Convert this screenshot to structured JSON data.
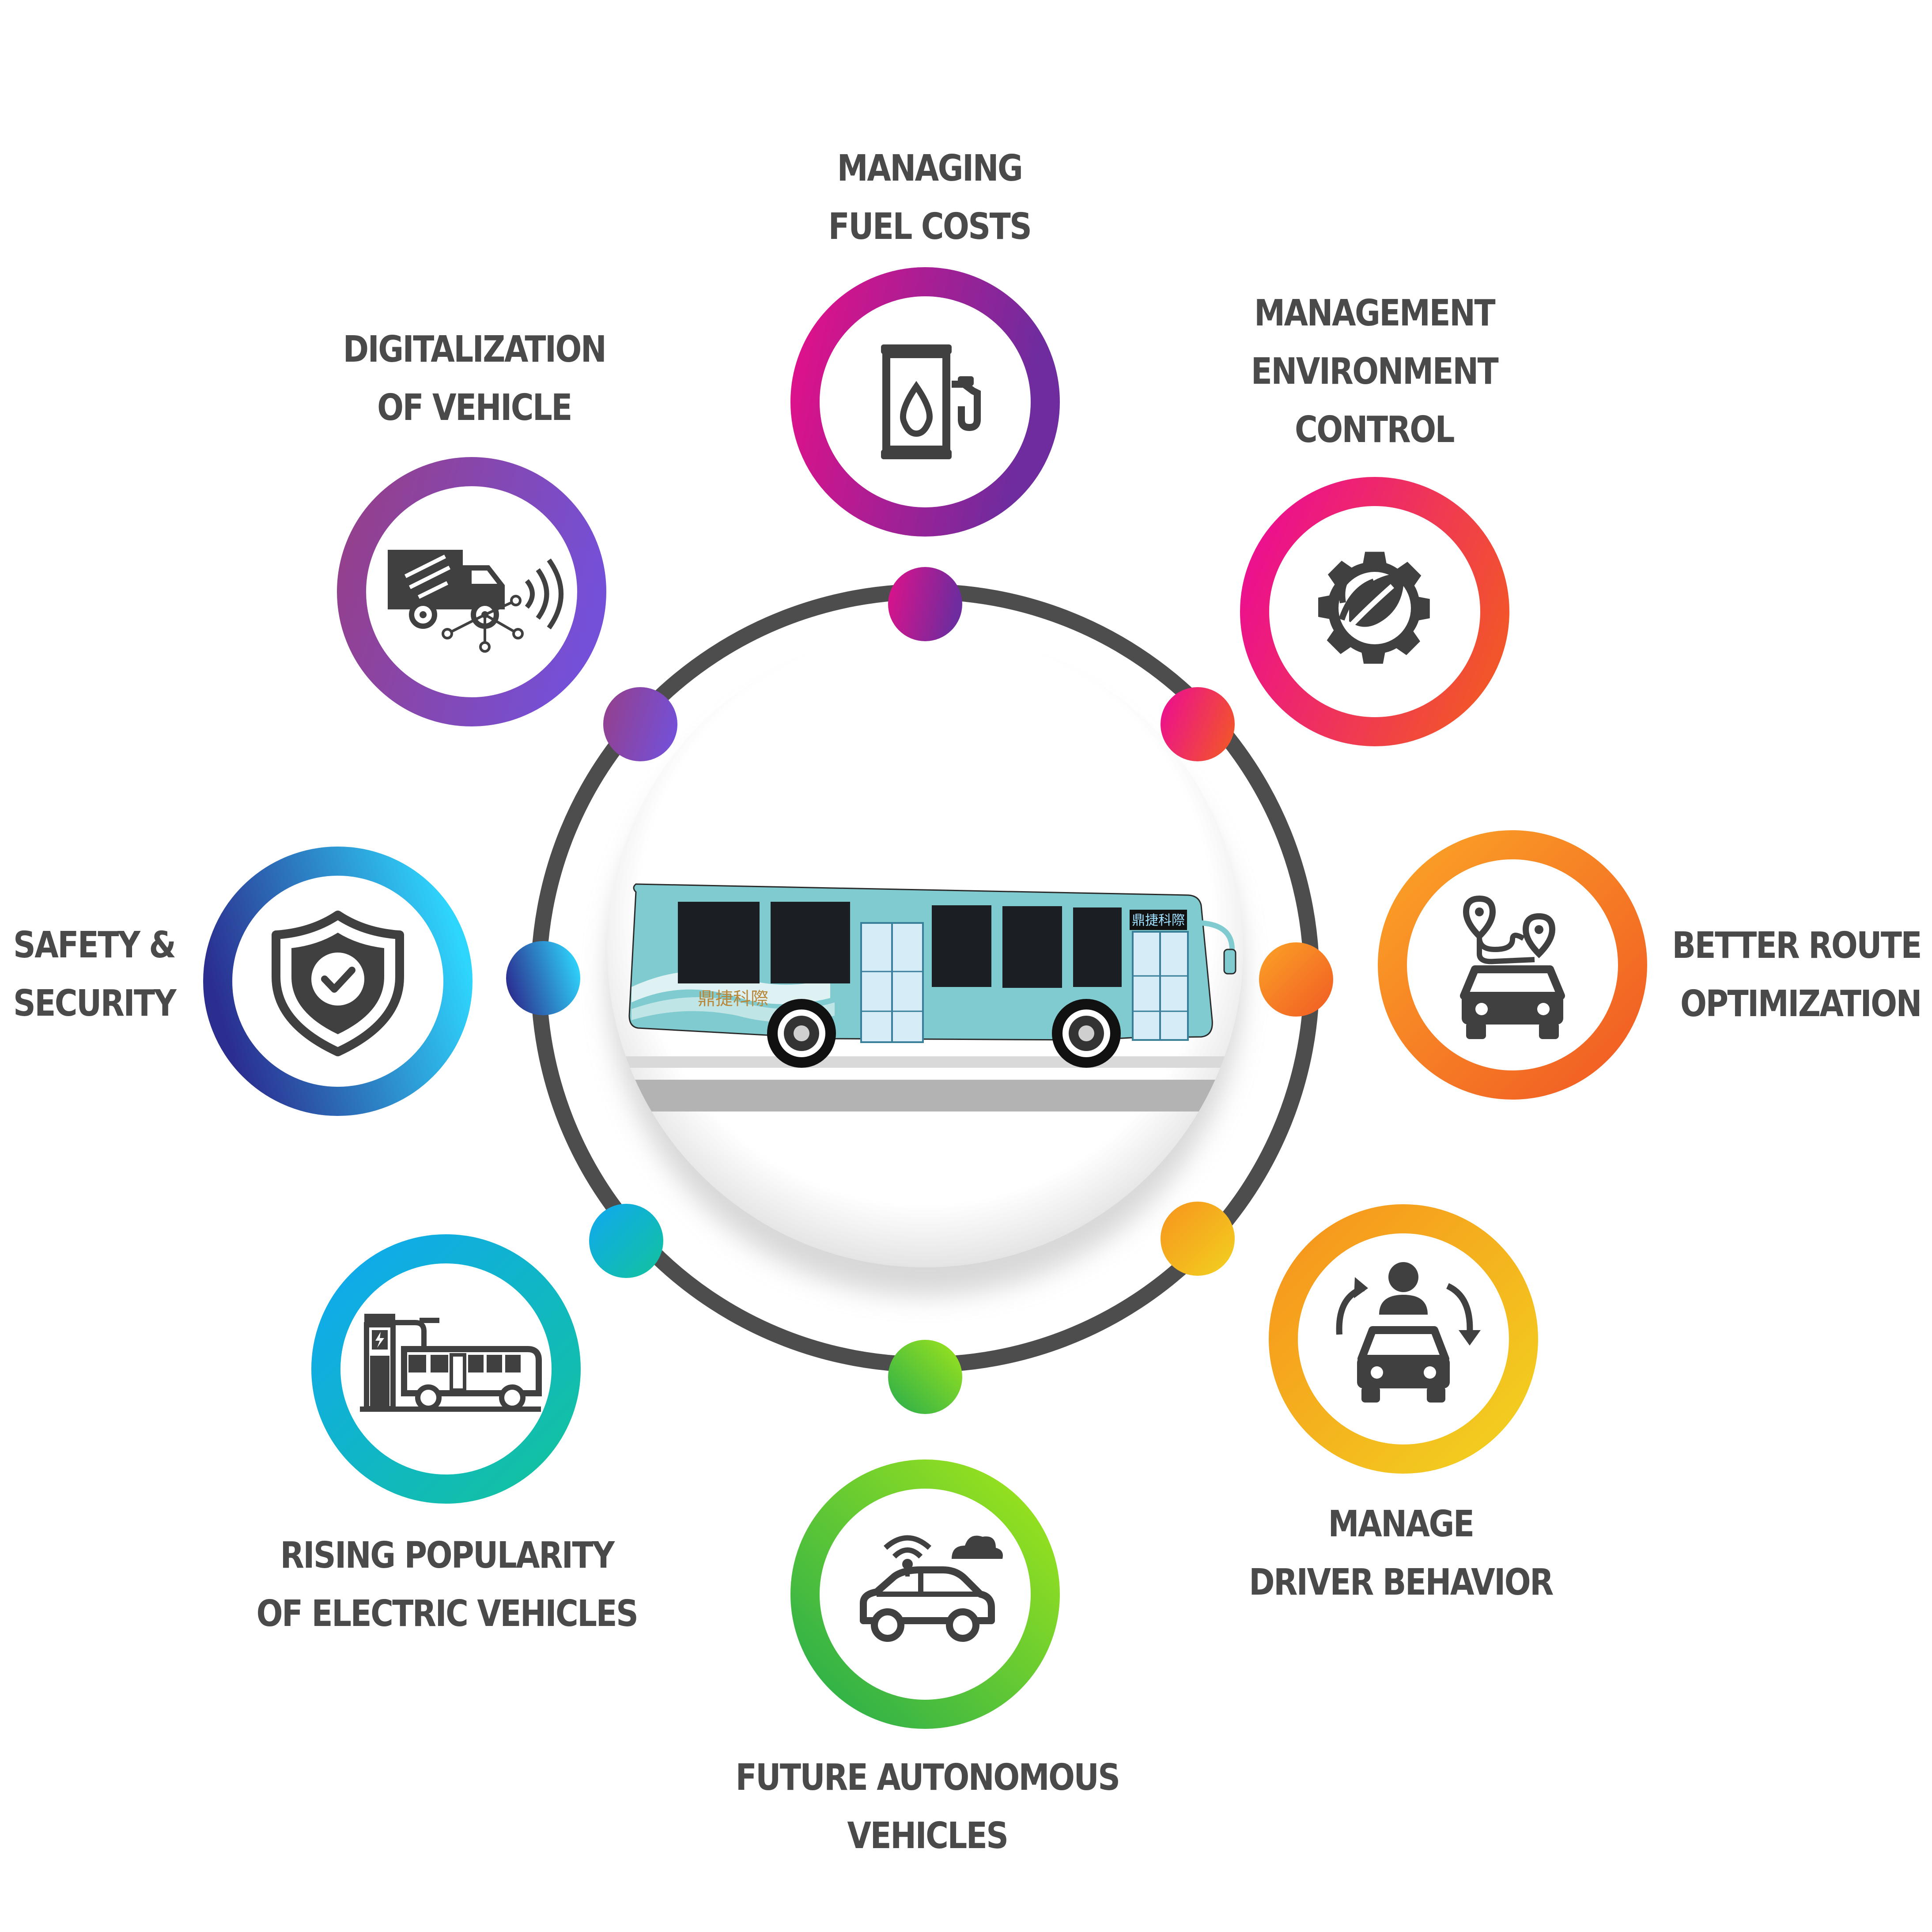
{
  "center": {
    "image": "city-bus-illustration",
    "bus_sign": "鼎捷科際",
    "bus_side_text": "鼎捷科際"
  },
  "items": [
    {
      "id": "fuel",
      "lines": [
        "MANAGING",
        "FUEL COSTS"
      ],
      "icon": "fuel-pump-icon",
      "colors": [
        "#d6128f",
        "#7b2b9e"
      ]
    },
    {
      "id": "environment",
      "lines": [
        "MANAGEMENT",
        "ENVIRONMENT",
        "CONTROL"
      ],
      "icon": "gear-leaf-icon",
      "colors": [
        "#ec118c",
        "#f2552a"
      ]
    },
    {
      "id": "route",
      "lines": [
        "BETTER ROUTE",
        "OPTIMIZATION"
      ],
      "icon": "route-car-icon",
      "colors": [
        "#fb9a23",
        "#f15a24"
      ]
    },
    {
      "id": "driver",
      "lines": [
        "MANAGE",
        "DRIVER BEHAVIOR"
      ],
      "icon": "driver-car-icon",
      "colors": [
        "#f7931e",
        "#f2cc1f"
      ]
    },
    {
      "id": "autonomous",
      "lines": [
        "FUTURE AUTONOMOUS",
        "VEHICLES"
      ],
      "icon": "autonomous-car-icon",
      "colors": [
        "#2fb24a",
        "#9be31c"
      ]
    },
    {
      "id": "electric",
      "lines": [
        "RISING POPULARITY",
        "OF ELECTRIC VEHICLES"
      ],
      "icon": "electric-bus-charging-icon",
      "colors": [
        "#10b0ef",
        "#12c3a3"
      ]
    },
    {
      "id": "safety",
      "lines": [
        "SAFETY &",
        "SECURITY"
      ],
      "icon": "shield-check-icon",
      "colors": [
        "#2b2e8f",
        "#2ed1fb"
      ]
    },
    {
      "id": "digital",
      "lines": [
        "DIGITALIZATION",
        "OF VEHICLE"
      ],
      "icon": "connected-truck-icon",
      "colors": [
        "#8e3f97",
        "#7a4fd6"
      ]
    }
  ],
  "colors": {
    "ring": "#4d4d4d",
    "text": "#4a4a4a",
    "icon": "#404040",
    "bus_body": "#7fcbcf",
    "bus_window": "#1b1f24"
  }
}
